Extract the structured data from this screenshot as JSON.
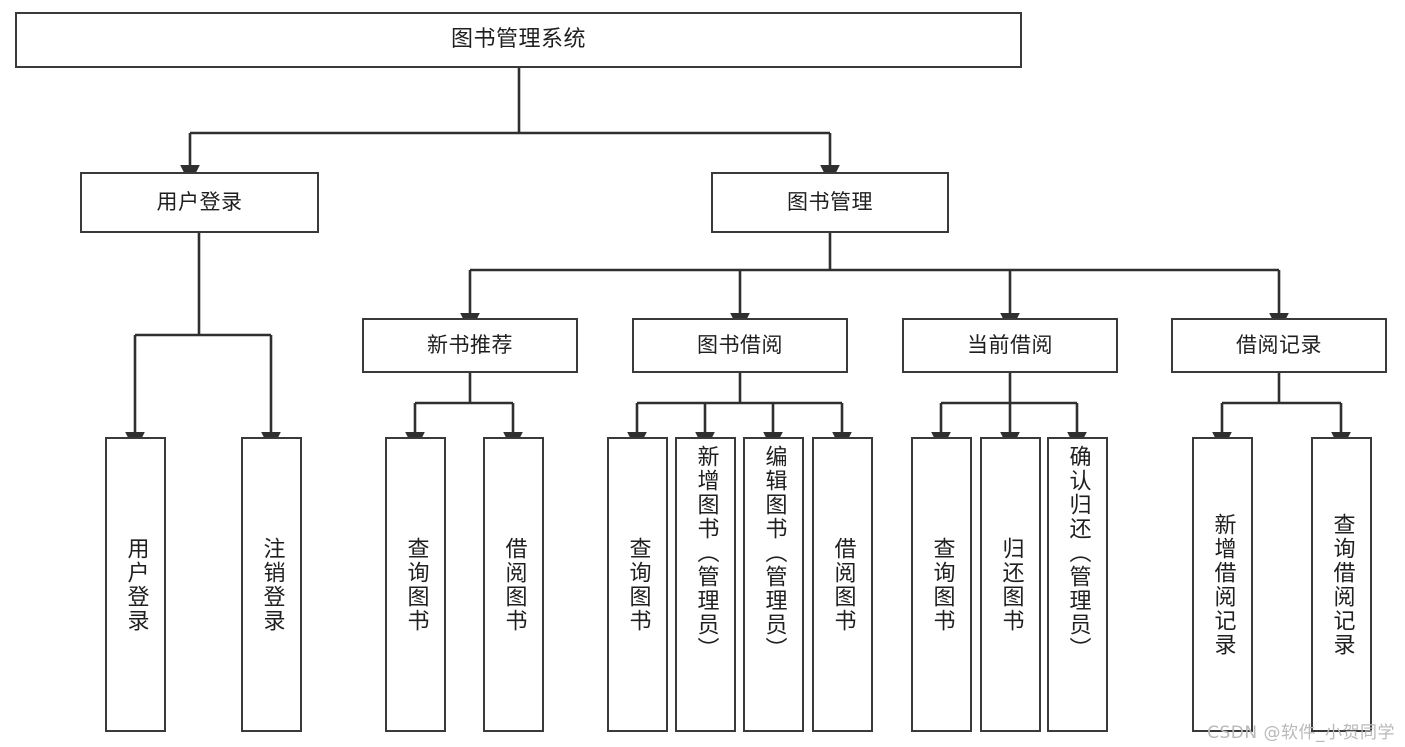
{
  "diagram": {
    "title": "图书管理系统",
    "watermark": "CSDN @软件_小贺同学",
    "colors": {
      "background": "#ffffff",
      "box_border": "#3a3a3a",
      "connector": "#2f2f2f",
      "text": "#1f1f1f",
      "watermark": "#b9b9b9"
    },
    "root": {
      "label": "图书管理系统"
    },
    "level2": [
      {
        "label": "用户登录"
      },
      {
        "label": "图书管理"
      }
    ],
    "level3": [
      {
        "label": "新书推荐"
      },
      {
        "label": "图书借阅"
      },
      {
        "label": "当前借阅"
      },
      {
        "label": "借阅记录"
      }
    ],
    "leaves": {
      "user_login": [
        {
          "label": "用户登录"
        },
        {
          "label": "注销登录"
        }
      ],
      "new_book_recommend": [
        {
          "label": "查询图书"
        },
        {
          "label": "借阅图书"
        }
      ],
      "book_borrow": [
        {
          "label": "查询图书"
        },
        {
          "label": "新增图书（管理员）"
        },
        {
          "label": "编辑图书（管理员）"
        },
        {
          "label": "借阅图书"
        }
      ],
      "current_borrow": [
        {
          "label": "查询图书"
        },
        {
          "label": "归还图书"
        },
        {
          "label": "确认归还（管理员）"
        }
      ],
      "borrow_record": [
        {
          "label": "新增借阅记录"
        },
        {
          "label": "查询借阅记录"
        }
      ]
    }
  }
}
